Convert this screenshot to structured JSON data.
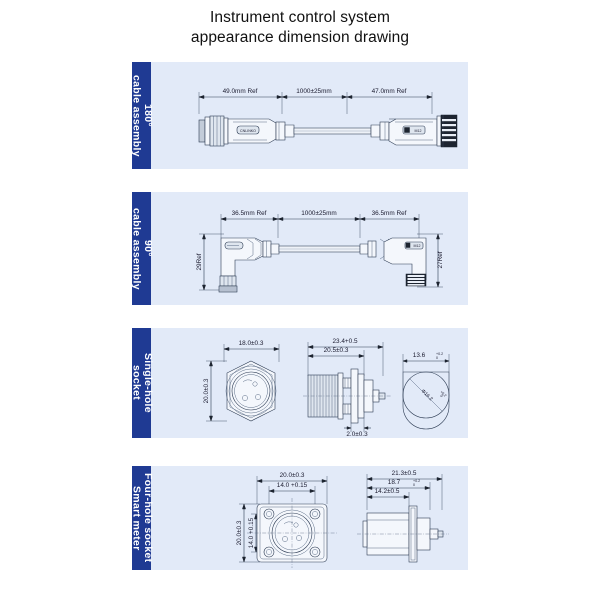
{
  "title": {
    "line1": "Instrument control system",
    "line2": "appearance dimension drawing"
  },
  "theme": {
    "tab_blue": "#1f3a93",
    "panel_bg": "#e2eaf8",
    "page_bg": "#ffffff",
    "line_color": "#2b3a52"
  },
  "panels": [
    {
      "id": "panel-180-cable-assembly",
      "tab_label": "180°\ncable assembly",
      "dimensions": {
        "left_length": "49.0mm Ref",
        "cable_length": "1000±25mm",
        "right_length": "47.0mm Ref"
      },
      "marks": {
        "left_connector_brand": "CNLINKO",
        "right_connector_code": "M12"
      }
    },
    {
      "id": "panel-90-cable-assembly",
      "tab_label": "90°\ncable assembly",
      "dimensions": {
        "left_length": "36.5mm Ref",
        "cable_length": "1000±25mm",
        "right_length": "36.5mm Ref",
        "left_height": "29Ref",
        "right_height": "27Ref"
      },
      "marks": {
        "right_connector_code": "M12"
      }
    },
    {
      "id": "panel-single-hole-socket",
      "tab_label": "Single-hole\nsocket",
      "dimensions": {
        "front_width": "18.0±0.3",
        "front_height": "20.0±0.3",
        "side_total": "23.4+0.5",
        "side_thread": "20.5±0.3",
        "side_flange": "2.0±0.3",
        "cutout_flat": "13.6",
        "cutout_flat_tol_up": "+0.2",
        "cutout_flat_tol_dn": "0",
        "cutout_dia": "Φ16.2",
        "cutout_dia_tol_up": "+0.2",
        "cutout_dia_tol_dn": "0"
      }
    },
    {
      "id": "panel-four-hole-socket",
      "tab_label": "Four-hole socket\nSmart meter",
      "dimensions": {
        "flange_width": "20.0±0.3",
        "hole_pitch_h": "14.0 +0.15",
        "flange_height": "20.0±0.3",
        "hole_pitch_v": "14.0 +0.15",
        "side_total": "21.3±0.5",
        "side_body": "18.7",
        "side_body_tol_up": "+0.2",
        "side_body_tol_dn": "0",
        "side_front": "14.2±0.5"
      }
    }
  ]
}
